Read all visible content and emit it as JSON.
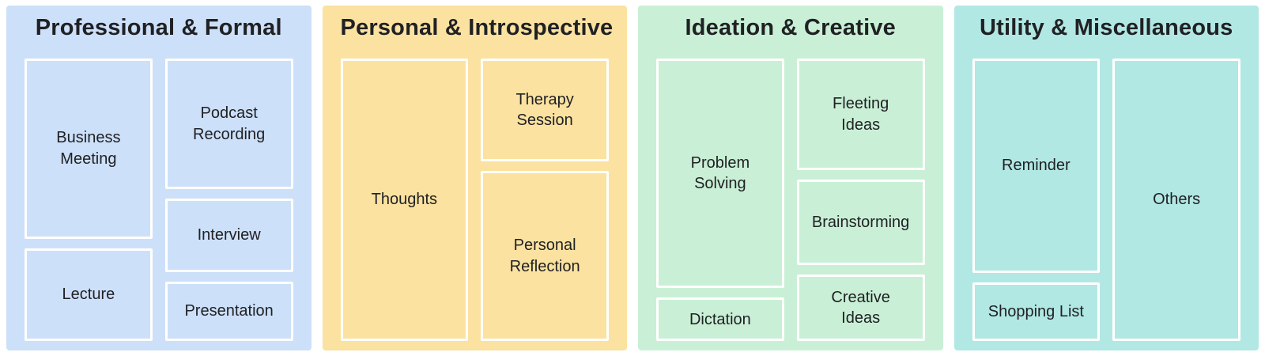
{
  "panels": [
    {
      "title": "Professional & Formal",
      "background": "#CDE0F9",
      "columns": [
        {
          "boxes": [
            {
              "label": "Business\nMeeting"
            },
            {
              "label": "Lecture"
            }
          ]
        },
        {
          "boxes": [
            {
              "label": "Podcast\nRecording"
            },
            {
              "label": "Interview"
            },
            {
              "label": "Presentation"
            }
          ]
        }
      ]
    },
    {
      "title": "Personal & Introspective",
      "background": "#FBE2A0",
      "columns": [
        {
          "boxes": [
            {
              "label": "Thoughts"
            }
          ]
        },
        {
          "boxes": [
            {
              "label": "Therapy\nSession"
            },
            {
              "label": "Personal\nReflection"
            }
          ]
        }
      ]
    },
    {
      "title": "Ideation & Creative",
      "background": "#C9F0D6",
      "columns": [
        {
          "boxes": [
            {
              "label": "Problem\nSolving"
            },
            {
              "label": "Dictation"
            }
          ]
        },
        {
          "boxes": [
            {
              "label": "Fleeting\nIdeas"
            },
            {
              "label": "Brainstorming"
            },
            {
              "label": "Creative\nIdeas"
            }
          ]
        }
      ]
    },
    {
      "title": "Utility & Miscellaneous",
      "background": "#B2E8E4",
      "columns": [
        {
          "boxes": [
            {
              "label": "Reminder"
            },
            {
              "label": "Shopping List"
            }
          ]
        },
        {
          "boxes": [
            {
              "label": "Others"
            }
          ]
        }
      ]
    }
  ],
  "colors": {
    "text": "#202124",
    "box_border": "#FFFFFF",
    "page_background": "#FFFFFF",
    "panel_blue": "#CDE0F9",
    "panel_yellow": "#FBE2A0",
    "panel_green": "#C9F0D6",
    "panel_teal": "#B2E8E4"
  }
}
